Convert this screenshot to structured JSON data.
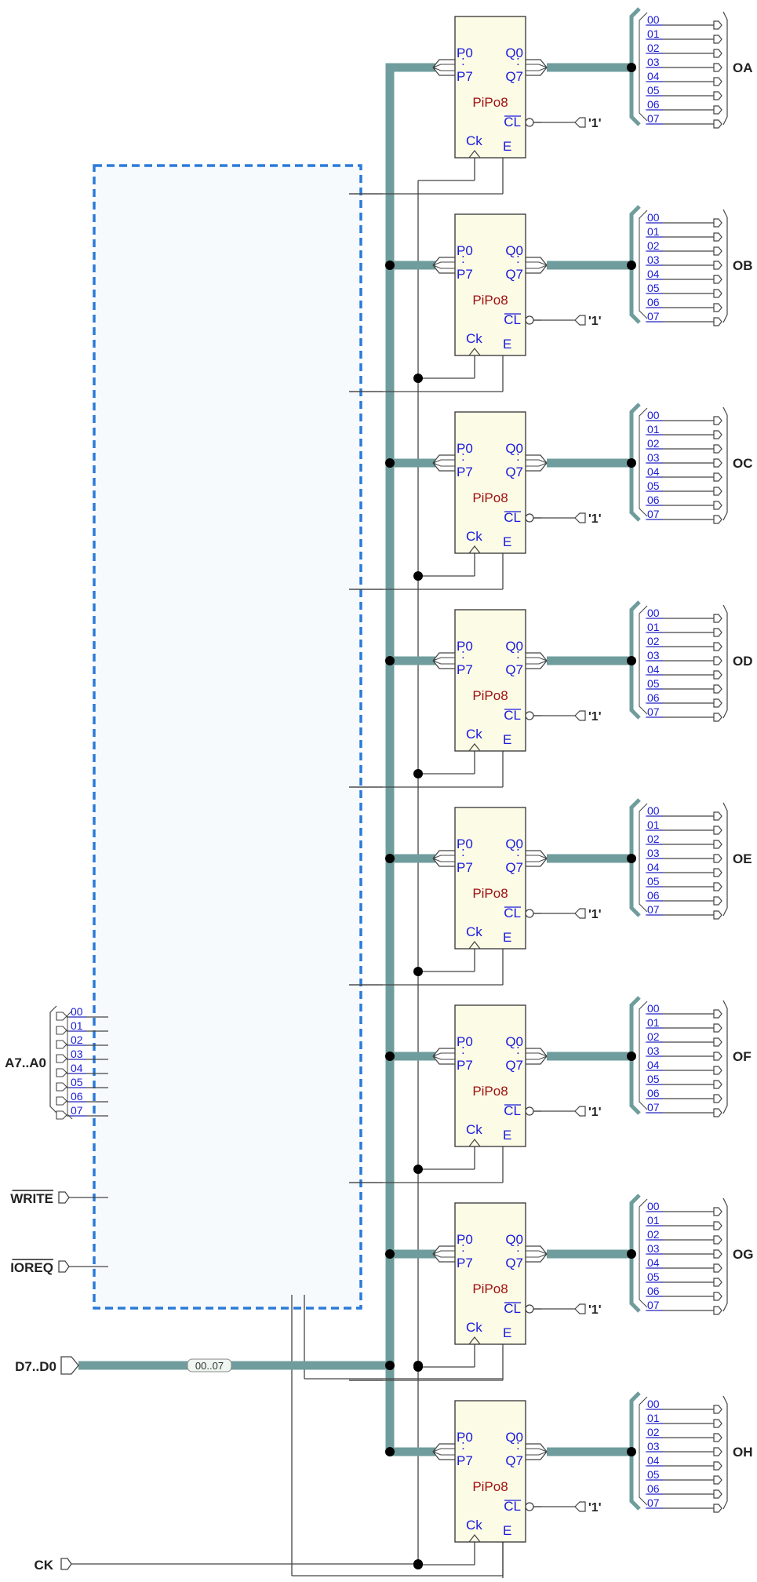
{
  "colors": {
    "bus": "#6f9c9c",
    "wire": "#444444",
    "register_fill": "#fcfbe6",
    "register_border": "#333333",
    "label_blue": "#1a1adc",
    "label_red": "#a01010",
    "dashed_box": "#2a7bd8",
    "dashed_box_fill": "#f6fafd"
  },
  "registers": [
    {
      "name": "PiPo8",
      "output": "OA"
    },
    {
      "name": "PiPo8",
      "output": "OB"
    },
    {
      "name": "PiPo8",
      "output": "OC"
    },
    {
      "name": "PiPo8",
      "output": "OD"
    },
    {
      "name": "PiPo8",
      "output": "OE"
    },
    {
      "name": "PiPo8",
      "output": "OF"
    },
    {
      "name": "PiPo8",
      "output": "OG"
    },
    {
      "name": "PiPo8",
      "output": "OH"
    }
  ],
  "register_pins": {
    "p0": "P0",
    "p7": "P7",
    "q0": "Q0",
    "q7": "Q7",
    "dots": ":",
    "clear": "CL",
    "clock": "Ck",
    "enable": "E",
    "clear_const": "'1'"
  },
  "output_bits": [
    "00",
    "01",
    "02",
    "03",
    "04",
    "05",
    "06",
    "07"
  ],
  "address_bits": [
    "00",
    "01",
    "02",
    "03",
    "04",
    "05",
    "06",
    "07"
  ],
  "inputs": {
    "address": "A7..A0",
    "write": "WRITE",
    "ioreq": "IOREQ",
    "data": "D7..D0",
    "clock": "CK"
  },
  "data_bus_tag": "00..07"
}
